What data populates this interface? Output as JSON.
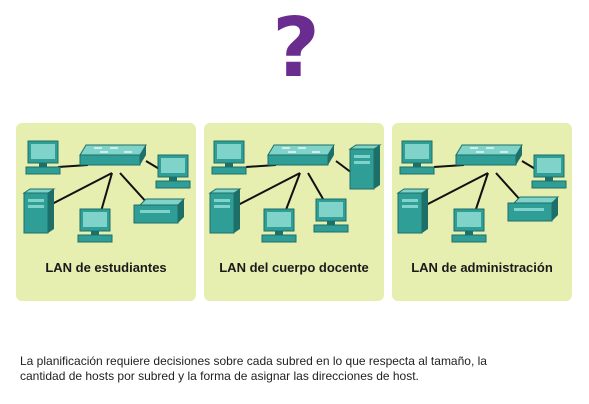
{
  "question_mark": "?",
  "colors": {
    "accent_question": "#6b2c8f",
    "panel_fill": "#e6eeb0",
    "device_teal": "#2e9e96",
    "device_dark": "#1f6f69",
    "screen": "#7fd3c8",
    "link": "#111111"
  },
  "lans": [
    {
      "label": "LAN de estudiantes",
      "devices": [
        "pc-icon",
        "switch-icon",
        "pc-icon",
        "server-icon",
        "pc-icon",
        "printer-icon"
      ]
    },
    {
      "label": "LAN del cuerpo docente",
      "devices": [
        "pc-icon",
        "switch-icon",
        "server-icon",
        "server-icon",
        "pc-icon",
        "pc-icon"
      ]
    },
    {
      "label": "LAN de administración",
      "devices": [
        "pc-icon",
        "switch-icon",
        "pc-icon",
        "server-icon",
        "pc-icon",
        "printer-icon"
      ]
    }
  ],
  "caption": {
    "line1": "La planificación requiere decisiones sobre cada subred en lo que respecta al tamaño, la",
    "line2": "cantidad de hosts por subred y la forma de asignar las direcciones de host."
  }
}
